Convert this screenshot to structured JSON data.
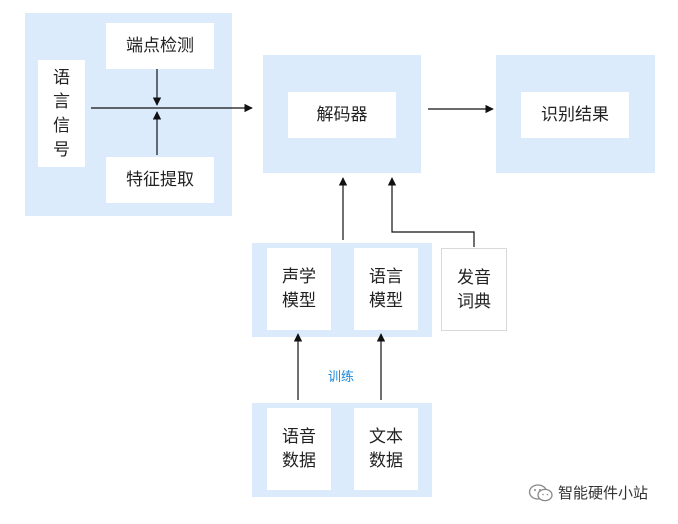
{
  "nodes": {
    "speech_signal": "语言信号",
    "endpoint_detection": "端点检测",
    "feature_extraction": "特征提取",
    "decoder": "解码器",
    "recognition_result": "识别结果",
    "acoustic_model": [
      "声学",
      "模型"
    ],
    "language_model": [
      "语言",
      "模型"
    ],
    "pronunciation_dict": [
      "发音",
      "词典"
    ],
    "speech_data": [
      "语音",
      "数据"
    ],
    "text_data": [
      "文本",
      "数据"
    ]
  },
  "edge_labels": {
    "train": "训练"
  },
  "watermark": {
    "text": "智能硬件小站",
    "icon": "wechat-icon"
  },
  "colors": {
    "panel_fill": "#dcebfb",
    "box_fill": "#ffffff",
    "arrow": "#111111",
    "train_label": "#1a8ad8"
  }
}
